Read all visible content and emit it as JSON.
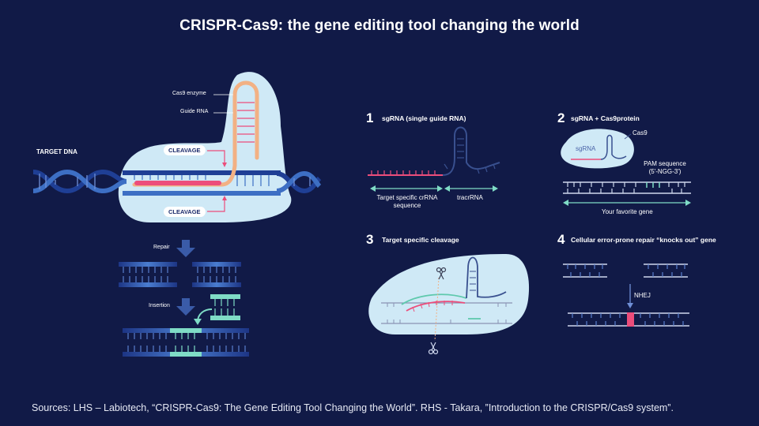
{
  "title": "CRISPR-Cas9: the gene editing tool changing the world",
  "left_panel": {
    "target_dna_label": "TARGET DNA",
    "cas9_label": "Cas9 enzyme",
    "guide_rna_label": "Guide RNA",
    "cleavage_top": "CLEAVAGE",
    "cleavage_bottom": "CLEAVAGE",
    "repair_label": "Repair",
    "insertion_label": "Insertion"
  },
  "steps": [
    {
      "number": "1",
      "title": "sgRNA (single guide RNA)",
      "labels": [
        "Target specific crRNA sequence",
        "tracrRNA"
      ]
    },
    {
      "number": "2",
      "title": "sgRNA + Cas9protein",
      "labels": [
        "Cas9",
        "sgRNA",
        "PAM sequence",
        "(5'-NGG-3')",
        "Your favorite gene"
      ]
    },
    {
      "number": "3",
      "title": "Target specific cleavage"
    },
    {
      "number": "4",
      "title": "Cellular error-prone repair “knocks out” gene",
      "labels": [
        "NHEJ"
      ]
    }
  ],
  "sources": "Sources: LHS – Labiotech, “CRISPR-Cas9: The Gene Editing Tool Changing the World”. RHS - Takara, ”Introduction to the CRISPR/Cas9 system”.",
  "colors": {
    "background": "#111a47",
    "enzyme": "#cfe9f6",
    "dna_dark": "#1f3f95",
    "dna_light": "#3d6fc4",
    "guide_rna": "#f2b184",
    "target": "#ec4d7b",
    "insert": "#7fdcc6"
  }
}
